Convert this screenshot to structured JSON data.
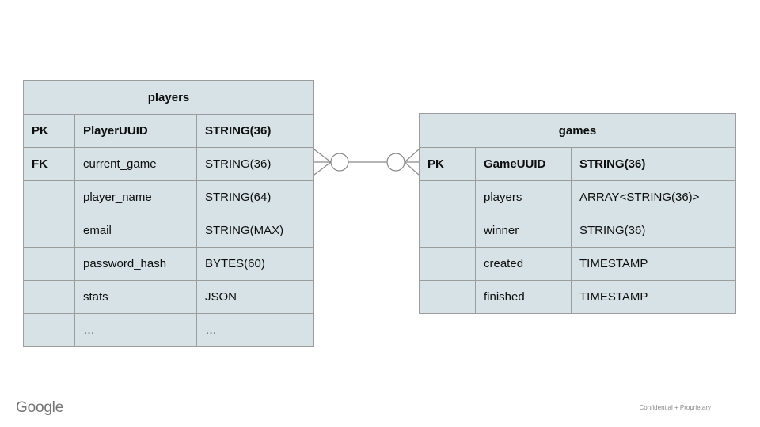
{
  "diagram": {
    "colors": {
      "cell_fill": "#d6e2e5",
      "border": "#9c9c9c",
      "connector": "#898989",
      "text": "#0d0d0d"
    },
    "tables": [
      {
        "name": "players",
        "title": "players",
        "rows": [
          {
            "key": "PK",
            "field": "PlayerUUID",
            "type": "STRING(36)",
            "bold": true
          },
          {
            "key": "FK",
            "field": "current_game",
            "type": "STRING(36)",
            "bold": false
          },
          {
            "key": "",
            "field": "player_name",
            "type": "STRING(64)",
            "bold": false
          },
          {
            "key": "",
            "field": "email",
            "type": "STRING(MAX)",
            "bold": false
          },
          {
            "key": "",
            "field": "password_hash",
            "type": "BYTES(60)",
            "bold": false
          },
          {
            "key": "",
            "field": "stats",
            "type": "JSON",
            "bold": false
          },
          {
            "key": "",
            "field": "…",
            "type": "…",
            "bold": false
          }
        ]
      },
      {
        "name": "games",
        "title": "games",
        "rows": [
          {
            "key": "PK",
            "field": "GameUUID",
            "type": "STRING(36)",
            "bold": true
          },
          {
            "key": "",
            "field": "players",
            "type": "ARRAY<STRING(36)>",
            "bold": false
          },
          {
            "key": "",
            "field": "winner",
            "type": "STRING(36)",
            "bold": false
          },
          {
            "key": "",
            "field": "created",
            "type": "TIMESTAMP",
            "bold": false
          },
          {
            "key": "",
            "field": "finished",
            "type": "TIMESTAMP",
            "bold": false
          }
        ]
      }
    ],
    "relationship": {
      "left_end": "zero-or-many",
      "right_end": "zero-or-many"
    }
  },
  "footer": {
    "logo_text": "Google",
    "confidential_label": "Confidential + Proprietary"
  }
}
